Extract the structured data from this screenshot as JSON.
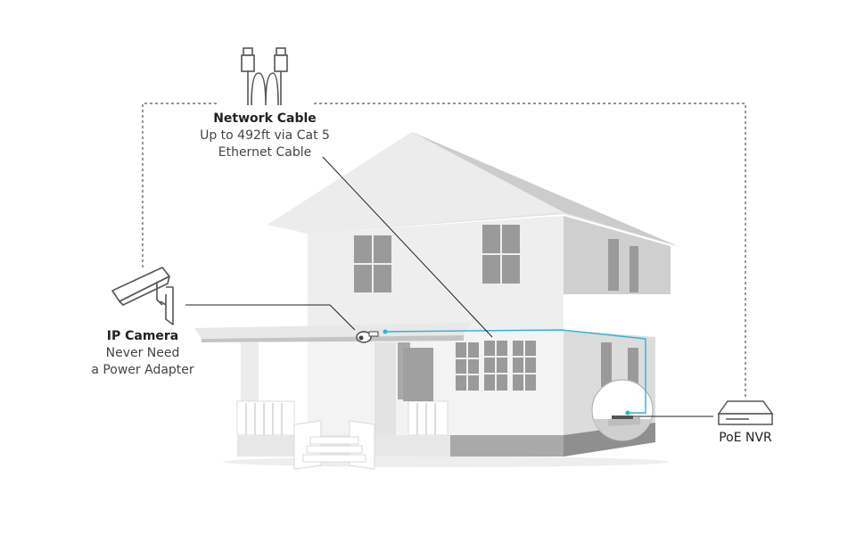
{
  "network_cable": {
    "title": "Network Cable",
    "line1": "Up to 492ft via Cat 5",
    "line2": "Ethernet Cable"
  },
  "ip_camera": {
    "title": "IP Camera",
    "line1": "Never Need",
    "line2": "a Power Adapter"
  },
  "nvr": {
    "title": "PoE NVR"
  },
  "colors": {
    "cable": "#2bb3d6",
    "wall_light": "#f1f1f1",
    "wall_mid": "#dadada",
    "roof": "#e3e3e3",
    "shadow": "#9a9a9a"
  }
}
